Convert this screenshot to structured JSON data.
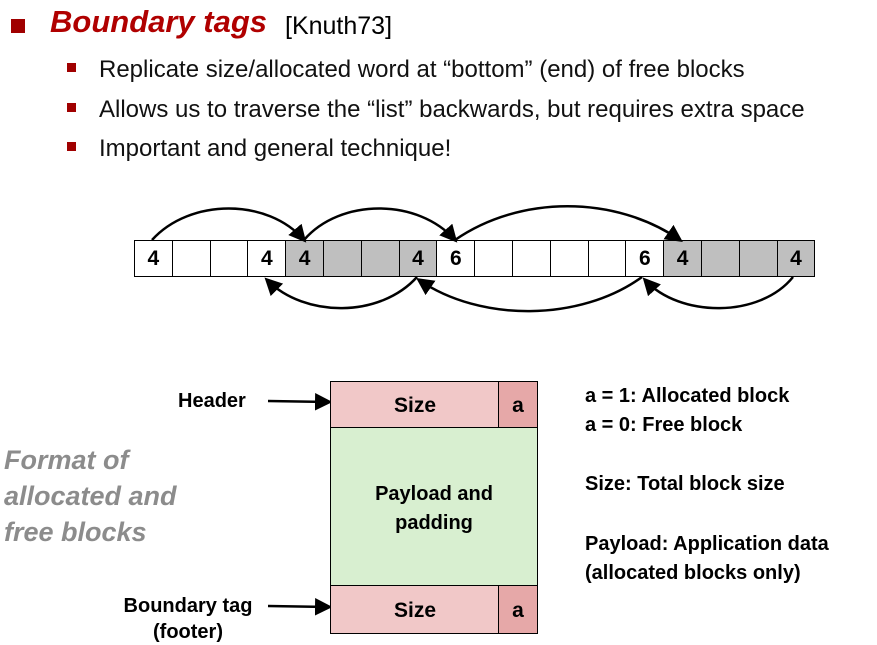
{
  "slide": {
    "title": "Boundary tags",
    "citation": "[Knuth73]",
    "bullets": [
      "Replicate size/allocated word at “bottom” (end) of free blocks",
      "Allows us to traverse the “list” backwards, but requires extra space",
      "Important and general technique!"
    ]
  },
  "heap": {
    "cells": [
      {
        "label": "4",
        "shaded": false
      },
      {
        "label": "",
        "shaded": false
      },
      {
        "label": "",
        "shaded": false
      },
      {
        "label": "4",
        "shaded": false
      },
      {
        "label": "4",
        "shaded": true
      },
      {
        "label": "",
        "shaded": true
      },
      {
        "label": "",
        "shaded": true
      },
      {
        "label": "4",
        "shaded": true
      },
      {
        "label": "6",
        "shaded": false
      },
      {
        "label": "",
        "shaded": false
      },
      {
        "label": "",
        "shaded": false
      },
      {
        "label": "",
        "shaded": false
      },
      {
        "label": "",
        "shaded": false
      },
      {
        "label": "6",
        "shaded": false
      },
      {
        "label": "4",
        "shaded": true
      },
      {
        "label": "",
        "shaded": true
      },
      {
        "label": "",
        "shaded": true
      },
      {
        "label": "4",
        "shaded": true
      }
    ],
    "shade_color": "#bfbfbf"
  },
  "format": {
    "side_caption": [
      "Format of",
      "allocated and",
      "free blocks"
    ],
    "header_label": "Header",
    "footer_label_line1": "Boundary tag",
    "footer_label_line2": "(footer)",
    "size_label": "Size",
    "alloc_label": "a",
    "payload_line1": "Payload and",
    "payload_line2": "padding",
    "colors": {
      "header": "#f1c8c8",
      "alloc": "#e6a8a8",
      "payload": "#d8efd0"
    }
  },
  "legend": [
    "a = 1: Allocated block",
    "a = 0: Free block",
    "Size: Total block size",
    "Payload: Application data",
    "(allocated blocks only)"
  ]
}
